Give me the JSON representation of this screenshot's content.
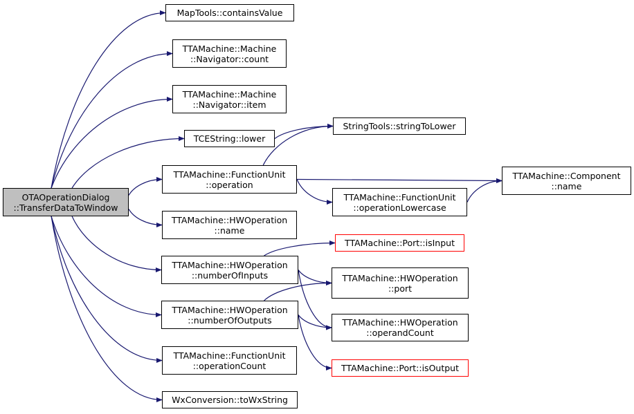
{
  "nodes": {
    "root": {
      "line1": "OTAOperationDialog",
      "line2": "::TransferDataToWindow"
    },
    "map_contains": {
      "line1": "MapTools::containsValue"
    },
    "nav_count": {
      "line1": "TTAMachine::Machine",
      "line2": "::Navigator::count"
    },
    "nav_item": {
      "line1": "TTAMachine::Machine",
      "line2": "::Navigator::item"
    },
    "tce_lower": {
      "line1": "TCEString::lower"
    },
    "fu_operation": {
      "line1": "TTAMachine::FunctionUnit",
      "line2": "::operation"
    },
    "hw_name": {
      "line1": "TTAMachine::HWOperation",
      "line2": "::name"
    },
    "hw_num_inputs": {
      "line1": "TTAMachine::HWOperation",
      "line2": "::numberOfInputs"
    },
    "hw_num_outputs": {
      "line1": "TTAMachine::HWOperation",
      "line2": "::numberOfOutputs"
    },
    "fu_op_count": {
      "line1": "TTAMachine::FunctionUnit",
      "line2": "::operationCount"
    },
    "wx_to_string": {
      "line1": "WxConversion::toWxString"
    },
    "string_to_lower": {
      "line1": "StringTools::stringToLower"
    },
    "fu_op_lowercase": {
      "line1": "TTAMachine::FunctionUnit",
      "line2": "::operationLowercase"
    },
    "component_name": {
      "line1": "TTAMachine::Component",
      "line2": "::name"
    },
    "port_is_input": {
      "line1": "TTAMachine::Port::isInput"
    },
    "hw_port": {
      "line1": "TTAMachine::HWOperation",
      "line2": "::port"
    },
    "hw_operand_count": {
      "line1": "TTAMachine::HWOperation",
      "line2": "::operandCount"
    },
    "port_is_output": {
      "line1": "TTAMachine::Port::isOutput"
    }
  },
  "edges": [
    [
      "root",
      "map_contains"
    ],
    [
      "root",
      "nav_count"
    ],
    [
      "root",
      "nav_item"
    ],
    [
      "root",
      "tce_lower"
    ],
    [
      "root",
      "fu_operation"
    ],
    [
      "root",
      "hw_name"
    ],
    [
      "root",
      "hw_num_inputs"
    ],
    [
      "root",
      "hw_num_outputs"
    ],
    [
      "root",
      "fu_op_count"
    ],
    [
      "root",
      "wx_to_string"
    ],
    [
      "tce_lower",
      "string_to_lower"
    ],
    [
      "fu_operation",
      "string_to_lower"
    ],
    [
      "fu_operation",
      "component_name"
    ],
    [
      "fu_operation",
      "fu_op_lowercase"
    ],
    [
      "fu_op_lowercase",
      "component_name"
    ],
    [
      "hw_num_inputs",
      "port_is_input"
    ],
    [
      "hw_num_inputs",
      "hw_port"
    ],
    [
      "hw_num_inputs",
      "hw_operand_count"
    ],
    [
      "hw_num_outputs",
      "hw_port"
    ],
    [
      "hw_num_outputs",
      "hw_operand_count"
    ],
    [
      "hw_num_outputs",
      "port_is_output"
    ]
  ],
  "colors": {
    "edge": "#191970",
    "root_fill": "#bfbfbf",
    "highlight_border": "#ff0000"
  }
}
